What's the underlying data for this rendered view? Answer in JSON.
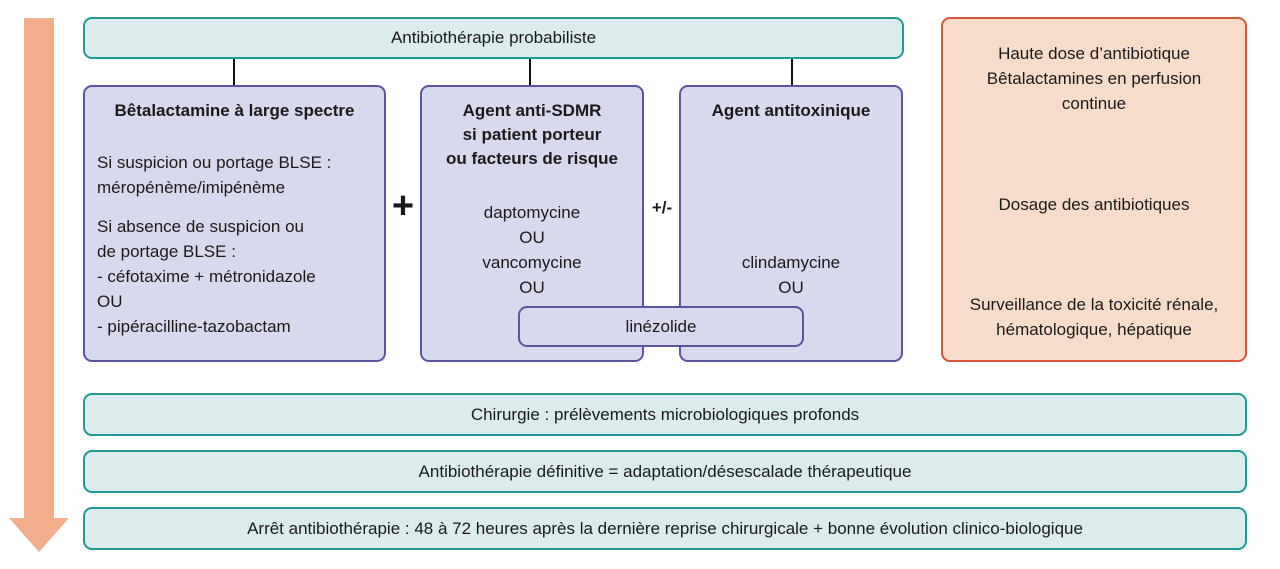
{
  "top": {
    "label": "Antibiothérapie probabiliste"
  },
  "col1": {
    "title": "Bêtalactamine à large spectre",
    "lines": [
      "Si suspicion ou portage BLSE :",
      "méropénème/imipénème",
      "",
      "Si absence de suspicion ou",
      "de portage BLSE :",
      "- céfotaxime + métronidazole",
      "OU",
      "- pipéracilline-tazobactam"
    ]
  },
  "col2": {
    "title_lines": [
      "Agent anti-SDMR",
      "si patient porteur",
      "ou facteurs de risque"
    ],
    "lines": [
      "daptomycine",
      "OU",
      "vancomycine",
      "OU"
    ]
  },
  "col3": {
    "title": "Agent antitoxinique",
    "lines": [
      "clindamycine",
      "OU"
    ]
  },
  "shared": {
    "label": "linézolide"
  },
  "operators": {
    "plus": "+",
    "plusminus": "+/-"
  },
  "side": {
    "block1": [
      "Haute dose d’antibiotique",
      "Bêtalactamines en perfusion",
      "continue"
    ],
    "block2": [
      "Dosage des antibiotiques"
    ],
    "block3": [
      "Surveillance de la toxicité rénale,",
      "hématologique, hépatique"
    ]
  },
  "steps": [
    "Chirurgie : prélèvements microbiologiques profonds",
    "Antibiothérapie définitive = adaptation/désescalade thérapeutique",
    "Arrêt antibiothérapie : 48 à 72 heures après la dernière reprise chirurgicale + bonne évolution clinico-biologique"
  ],
  "colors": {
    "teal_fill": "#dcecec",
    "teal_border": "#1f9a94",
    "lavender_fill": "#d8d8ee",
    "lavender_border": "#5b55a0",
    "peach_fill": "#f8dcca",
    "peach_border": "#d9553a",
    "arrow": "#f2ae8b"
  }
}
